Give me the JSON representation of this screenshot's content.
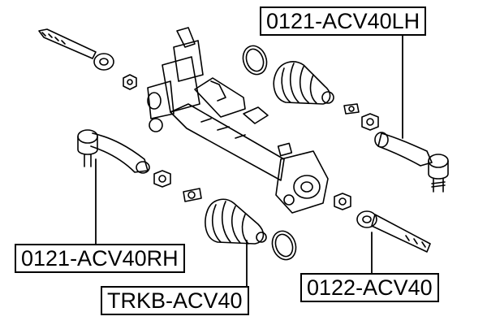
{
  "labels": {
    "tie_rod_end_lh": "0121-ACV40LH",
    "tie_rod_end_rh": "0121-ACV40RH",
    "steering_boot": "TRKB-ACV40",
    "inner_tie_rod": "0122-ACV40"
  },
  "colors": {
    "line": "#000000",
    "background": "#ffffff"
  }
}
